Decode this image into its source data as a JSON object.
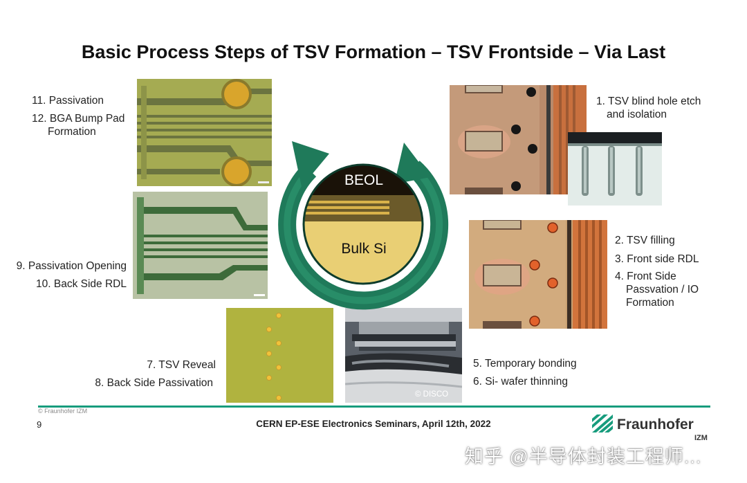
{
  "title": "Basic Process Steps of TSV Formation – TSV Frontside – Via Last",
  "steps": {
    "s11": "11. Passivation",
    "s12a": "12. BGA Bump Pad",
    "s12b": "Formation",
    "s1a": "1. TSV blind hole etch",
    "s1b": "and isolation",
    "s2": "2. TSV filling",
    "s3": "3. Front side RDL",
    "s4a": "4. Front Side",
    "s4b": "Passvation / IO",
    "s4c": "Formation",
    "s9": "9. Passivation Opening",
    "s10": "10. Back Side RDL",
    "s7": "7. TSV Reveal",
    "s8": "8. Back Side Passivation",
    "s5": "5. Temporary bonding",
    "s6": "6. Si- wafer thinning"
  },
  "cycle": {
    "top_label": "BEOL",
    "bottom_label": "Bulk Si"
  },
  "photo_credit": "© DISCO",
  "footer": {
    "copyright": "© Fraunhofer IZM",
    "page_number": "9",
    "event": "CERN EP-ESE Electronics Seminars, April 12th, 2022",
    "brand": "Fraunhofer",
    "brand_sub": "IZM",
    "watermark": "知乎 @半导体封装工程师..."
  },
  "colors": {
    "fraunhofer_green": "#179c7d",
    "arrow_green": "#1f7a5a"
  }
}
